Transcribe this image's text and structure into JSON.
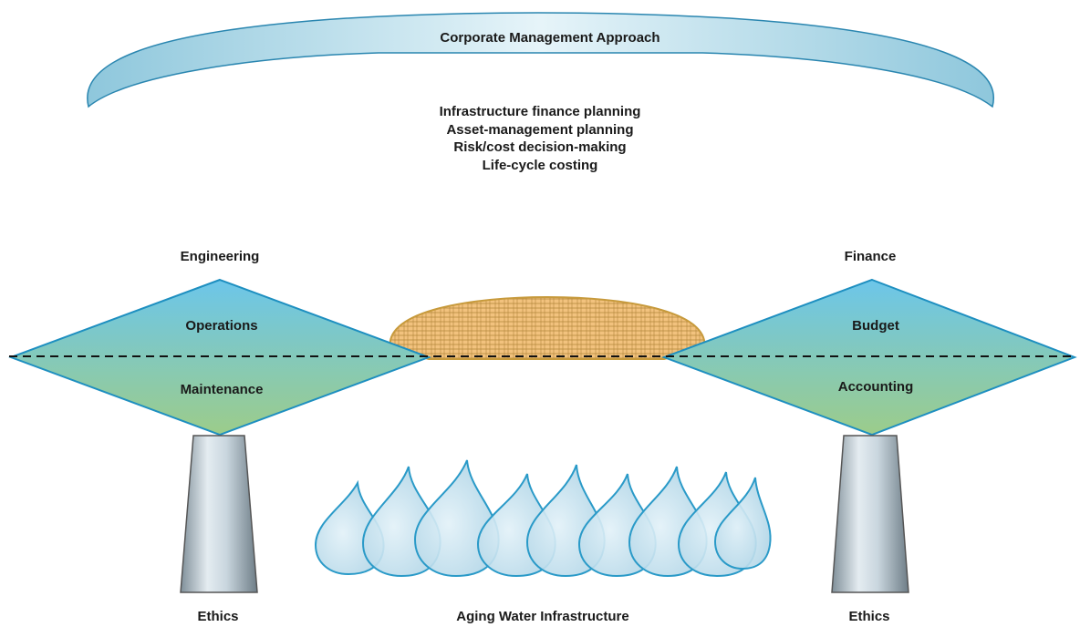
{
  "arch": {
    "label": "Corporate Management Approach"
  },
  "planning_items": [
    "Infrastructure finance planning",
    "Asset-management planning",
    "Risk/cost decision-making",
    "Life-cycle costing"
  ],
  "left": {
    "heading": "Engineering",
    "top_label": "Operations",
    "bottom_label": "Maintenance",
    "pillar_label": "Ethics"
  },
  "right": {
    "heading": "Finance",
    "top_label": "Budget",
    "bottom_label": "Accounting",
    "pillar_label": "Ethics"
  },
  "drops": {
    "label": "Aging Water Infrastructure"
  },
  "colors": {
    "arch_stroke": "#2a86b0",
    "diamond_stroke": "#1e8fc0",
    "diamond_top": "#6cc6ea",
    "diamond_bottom": "#9ccc8a",
    "dome_fill": "#f2c27e",
    "dome_stroke": "#c79a3c",
    "drop_fill": "#bcdbe9",
    "drop_stroke": "#2a9ac8",
    "pillar_stroke": "#555555"
  }
}
